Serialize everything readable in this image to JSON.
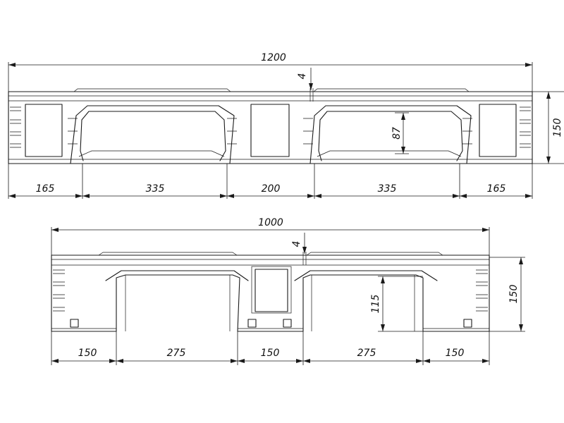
{
  "top_view": {
    "overall": "1200",
    "gap": "4",
    "height": "150",
    "opening": "87",
    "spans": [
      "165",
      "335",
      "200",
      "335",
      "165"
    ]
  },
  "bottom_view": {
    "overall": "1000",
    "gap": "4",
    "height": "150",
    "opening": "115",
    "spans": [
      "150",
      "275",
      "150",
      "275",
      "150"
    ]
  }
}
